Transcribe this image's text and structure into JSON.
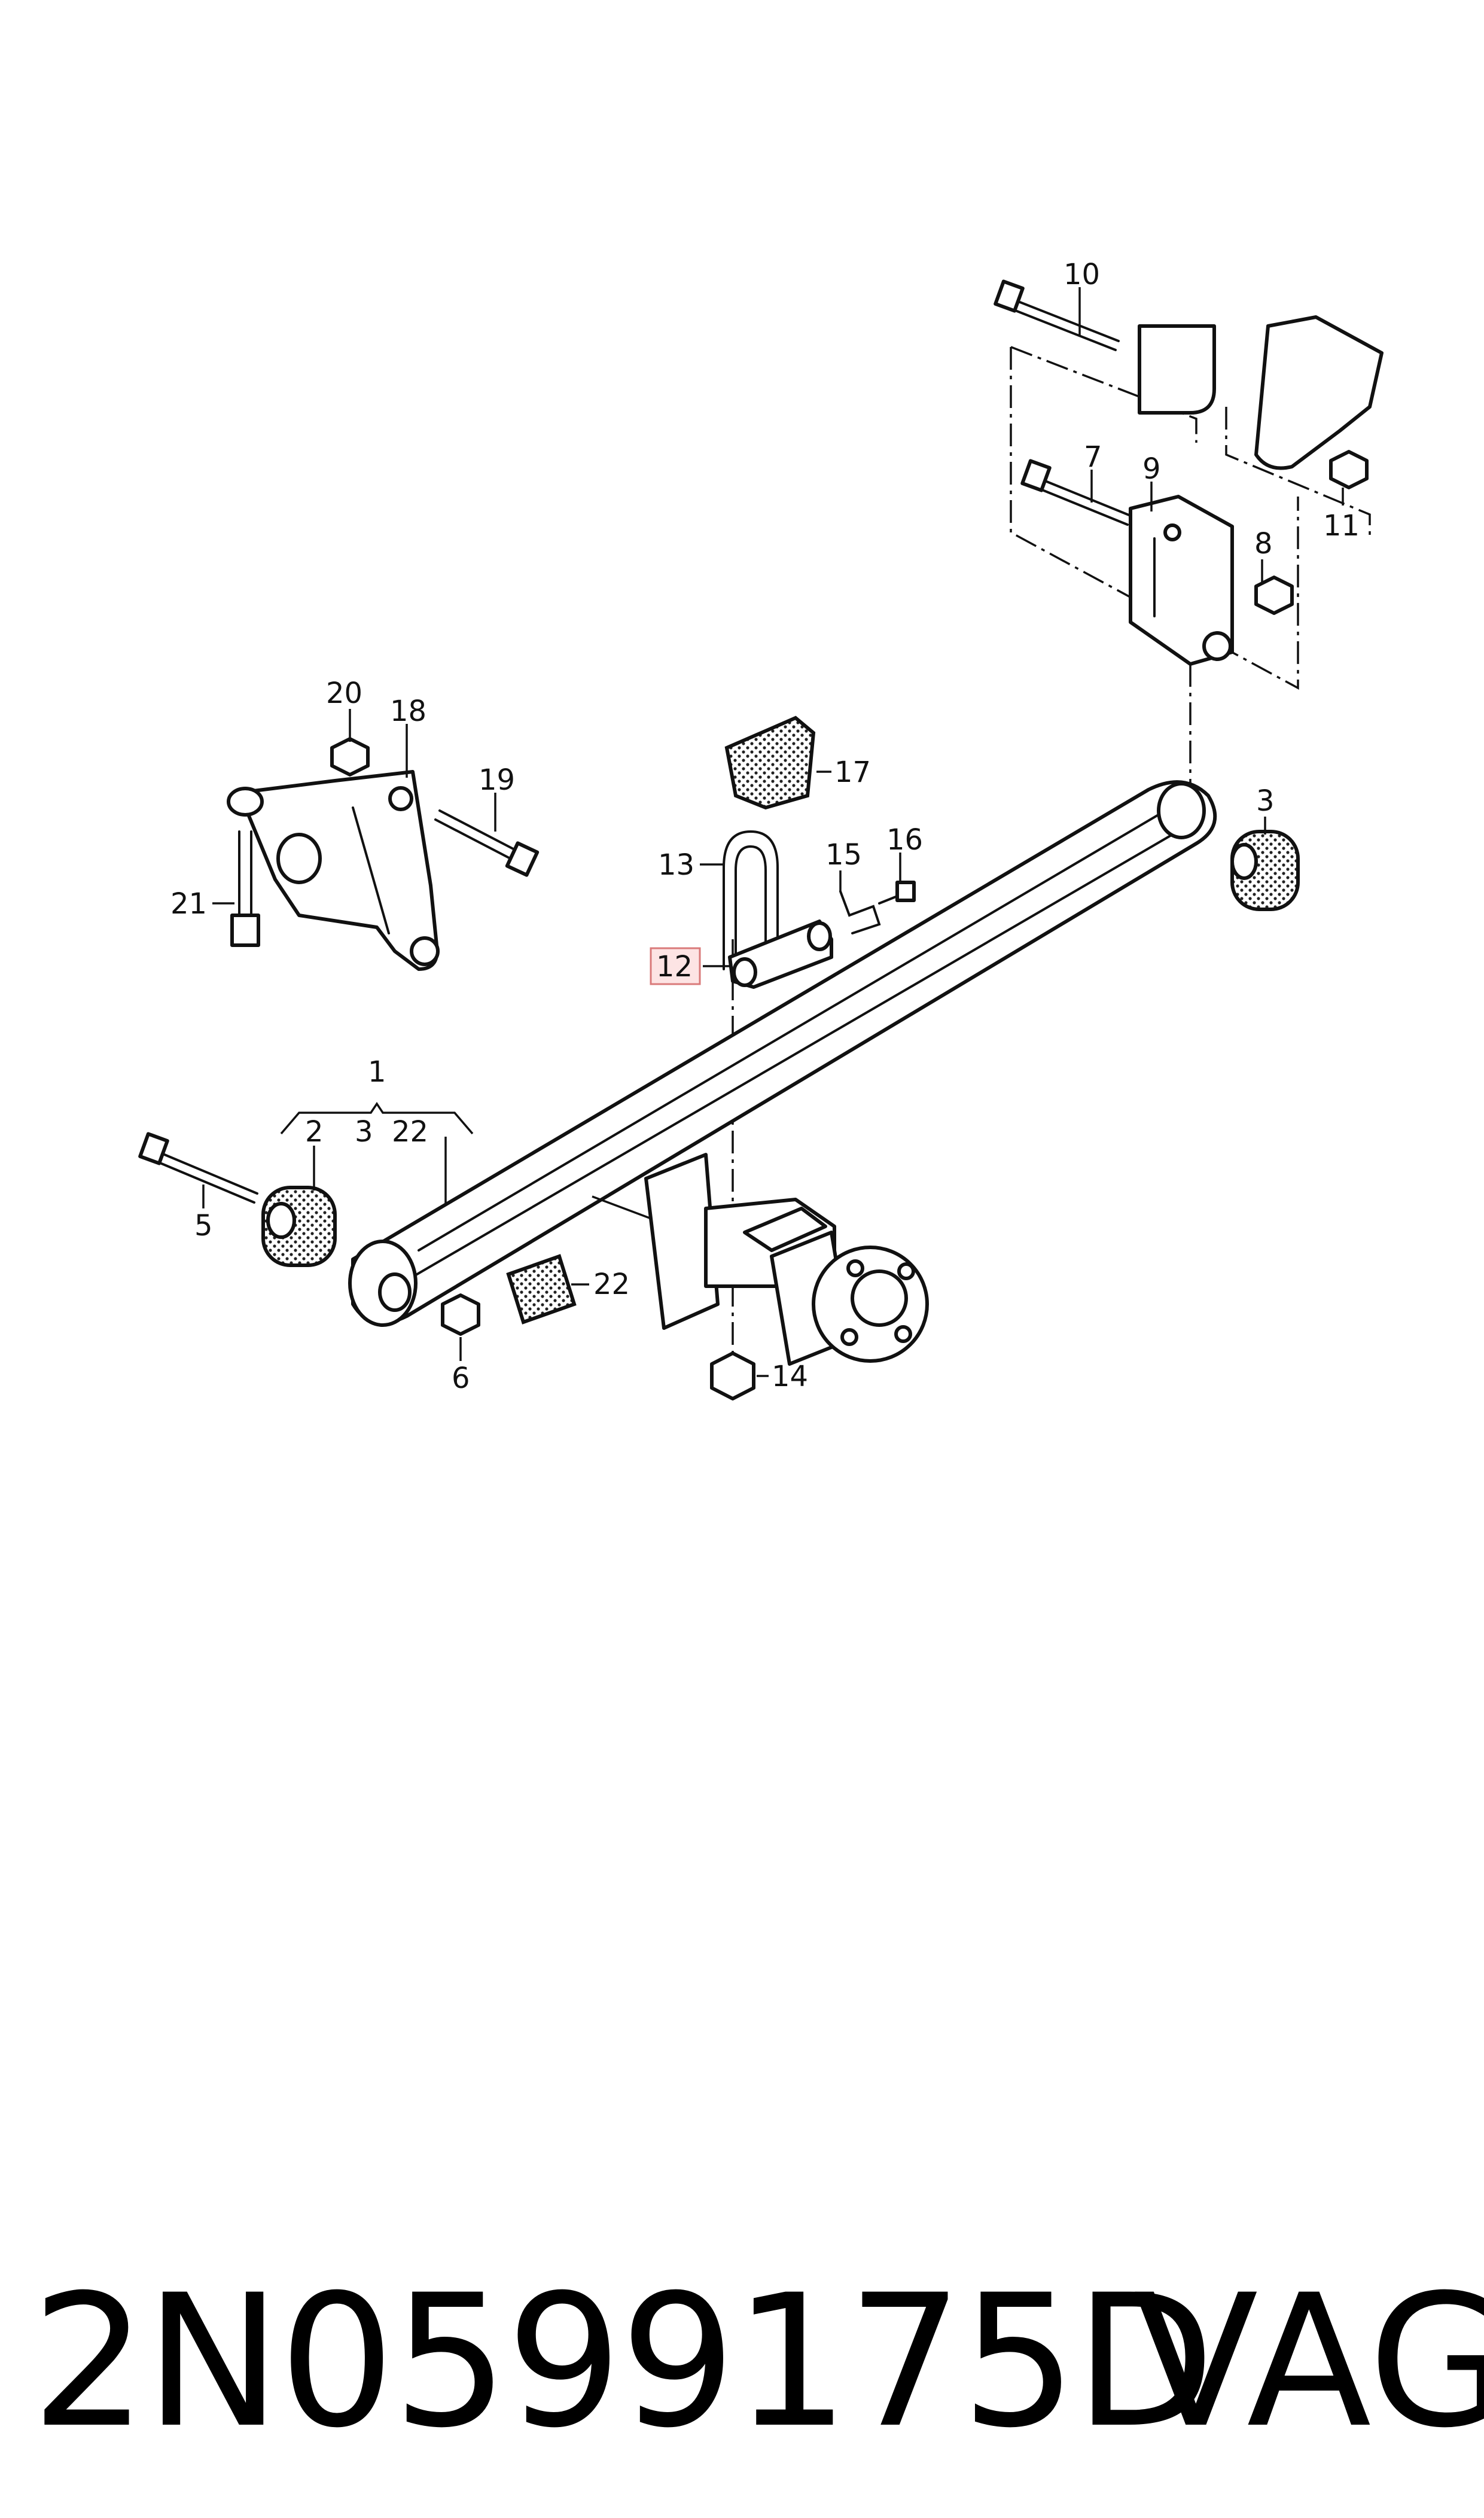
{
  "callouts": [
    {
      "id": "1",
      "label": "1"
    },
    {
      "id": "2",
      "label": "2"
    },
    {
      "id": "3a",
      "label": "3"
    },
    {
      "id": "22a",
      "label": "22"
    },
    {
      "id": "3b",
      "label": "3"
    },
    {
      "id": "5",
      "label": "5"
    },
    {
      "id": "6",
      "label": "6"
    },
    {
      "id": "7",
      "label": "7"
    },
    {
      "id": "8",
      "label": "8"
    },
    {
      "id": "9",
      "label": "9"
    },
    {
      "id": "10",
      "label": "10"
    },
    {
      "id": "11",
      "label": "11"
    },
    {
      "id": "12",
      "label": "12",
      "highlighted": true
    },
    {
      "id": "13",
      "label": "13"
    },
    {
      "id": "14",
      "label": "14"
    },
    {
      "id": "15",
      "label": "15"
    },
    {
      "id": "16",
      "label": "16"
    },
    {
      "id": "17",
      "label": "17"
    },
    {
      "id": "18",
      "label": "18"
    },
    {
      "id": "19",
      "label": "19"
    },
    {
      "id": "20",
      "label": "20"
    },
    {
      "id": "21",
      "label": "21"
    },
    {
      "id": "22b",
      "label": "22"
    }
  ],
  "footer": {
    "part_number": "2N0599175D",
    "brand": "VAG"
  },
  "colors": {
    "highlight_fill": "#fde4e4",
    "highlight_stroke": "#d97a7a",
    "line": "#111111",
    "background": "#ffffff"
  }
}
